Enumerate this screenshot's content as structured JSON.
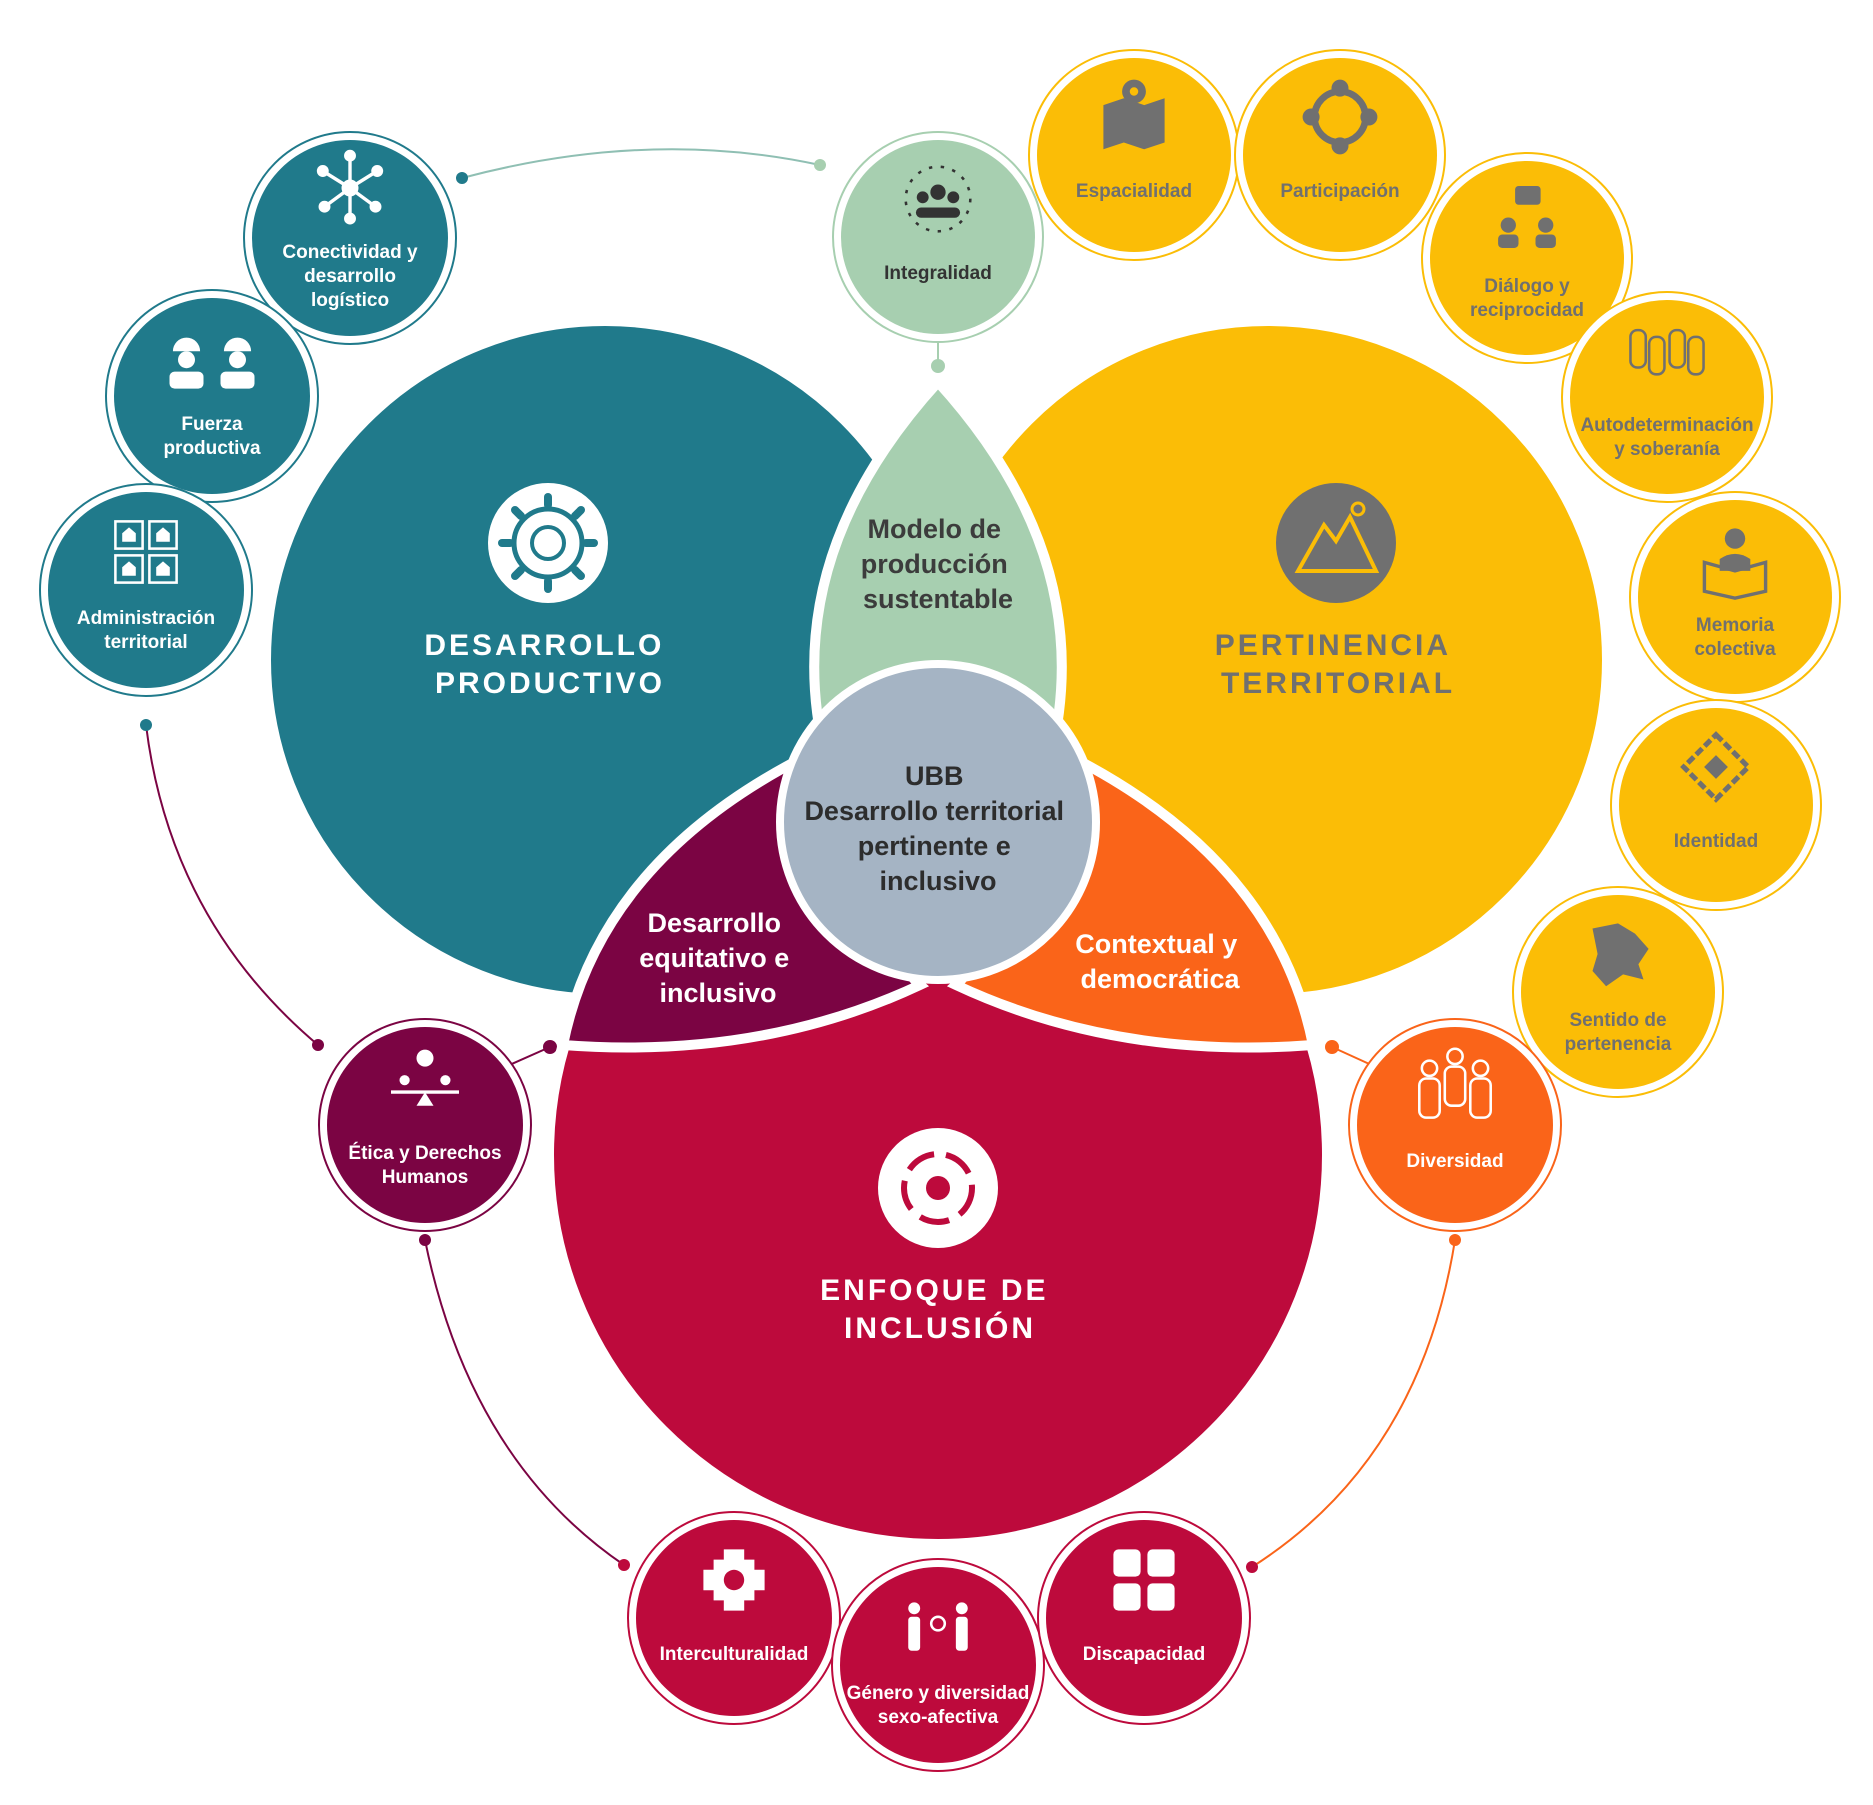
{
  "colors": {
    "teal": "#207A8B",
    "yellow": "#FBBD06",
    "crimson": "#BD0A3C",
    "sage": "#A7CFB0",
    "plum": "#7B0443",
    "orange": "#FA6419",
    "center": "#A5B4C4",
    "icon_gray": "#707070"
  },
  "main": {
    "desarrollo": [
      "DESARROLLO",
      "PRODUCTIVO"
    ],
    "pertinencia": [
      "PERTINENCIA",
      "TERRITORIAL"
    ],
    "inclusion": [
      "ENFOQUE DE",
      "INCLUSIÓN"
    ]
  },
  "overlaps": {
    "top": [
      "Modelo de",
      "producción",
      "sustentable"
    ],
    "left": [
      "Desarrollo",
      "equitativo e",
      "inclusivo"
    ],
    "right": [
      "Contextual y",
      "democrática"
    ]
  },
  "center": [
    "UBB",
    "Desarrollo territorial",
    "pertinente e",
    "inclusivo"
  ],
  "satellites": {
    "integralidad": [
      "Integralidad"
    ],
    "conectividad": [
      "Conectividad y",
      "desarrollo",
      "logístico"
    ],
    "fuerza": [
      "Fuerza",
      "productiva"
    ],
    "administracion": [
      "Administración",
      "territorial"
    ],
    "espacialidad": [
      "Espacialidad"
    ],
    "participacion": [
      "Participación"
    ],
    "dialogo": [
      "Diálogo y",
      "reciprocidad"
    ],
    "autodeterminacion": [
      "Autodeterminación",
      "y soberanía"
    ],
    "memoria": [
      "Memoria",
      "colectiva"
    ],
    "identidad": [
      "Identidad"
    ],
    "sentido": [
      "Sentido de",
      "pertenencia"
    ],
    "diversidad": [
      "Diversidad"
    ],
    "etica": [
      "Ética y Derechos",
      "Humanos"
    ],
    "interculturalidad": [
      "Interculturalidad"
    ],
    "genero": [
      "Género y diversidad",
      "sexo-afectiva"
    ],
    "discapacidad": [
      "Discapacidad"
    ]
  }
}
